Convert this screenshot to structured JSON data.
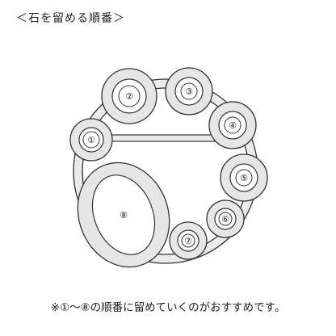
{
  "page": {
    "title": "＜石を留める順番＞",
    "note": "※①〜⑧の順番に留めていくのがおすすめです。"
  },
  "stones": [
    {
      "label": "①"
    },
    {
      "label": "②"
    },
    {
      "label": "③"
    },
    {
      "label": "④"
    },
    {
      "label": "⑤"
    },
    {
      "label": "⑥"
    },
    {
      "label": "⑦"
    },
    {
      "label": "⑧"
    }
  ]
}
